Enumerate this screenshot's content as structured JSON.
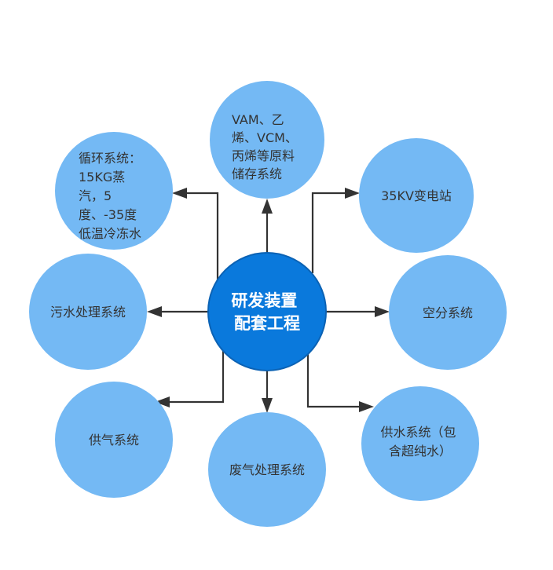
{
  "center": {
    "lines": [
      "研发装置",
      "配套工程"
    ]
  },
  "nodes": {
    "storage": {
      "lines": [
        "VAM、乙",
        "烯、VCM、",
        "丙烯等原料",
        "储存系统"
      ]
    },
    "circulation": {
      "lines": [
        "循环系统：",
        "15KG蒸",
        "汽，5",
        "度、-35度",
        "低温冷冻水"
      ]
    },
    "substation": {
      "lines": [
        "35KV变电站"
      ]
    },
    "wastewater": {
      "lines": [
        "污水处理系统"
      ]
    },
    "air_separation": {
      "lines": [
        "空分系统"
      ]
    },
    "gas_supply": {
      "lines": [
        "供气系统"
      ]
    },
    "exhaust": {
      "lines": [
        "废气处理系统"
      ]
    },
    "water_supply": {
      "lines": [
        "供水系统（包",
        "含超纯水）"
      ]
    }
  },
  "colors": {
    "node": "#74b9f4",
    "hub": "#0a79dc",
    "edge": "#333333"
  }
}
